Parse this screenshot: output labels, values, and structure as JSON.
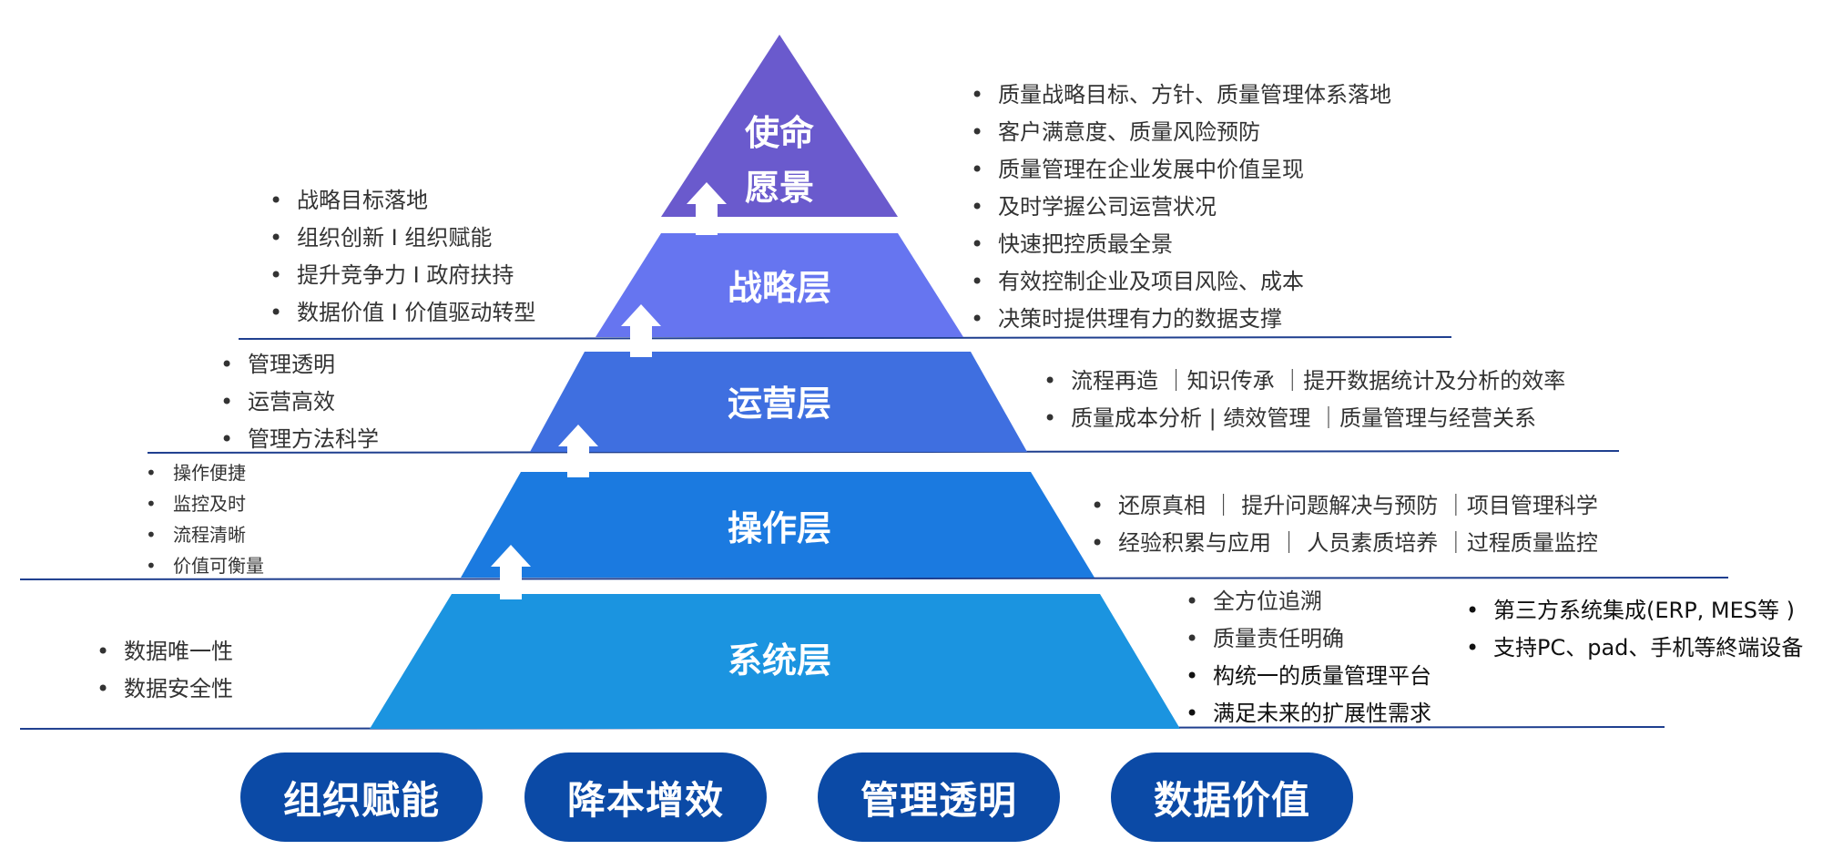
{
  "tiers": [
    {
      "label_line1": "使命",
      "label_line2": "愿景",
      "color": "#6a5acd"
    },
    {
      "label": "战略层",
      "color": "#6675f0"
    },
    {
      "label": "运营层",
      "color": "#3f6fe0"
    },
    {
      "label": "操作层",
      "color": "#1b7ae0"
    },
    {
      "label": "系统层",
      "color": "#1b94e0"
    }
  ],
  "right_notes": {
    "mission": [
      "质量战略目标、方针、质量管理体系落地",
      "客户满意度、质量风险预防",
      "质量管理在企业发展中价值呈现",
      "及时学握公司运营状况",
      "快速把控质最全景",
      "有效控制企业及项目风险、成本",
      "决策时提供理有力的数据支撑"
    ],
    "operations": [
      "流程再造 ｜知识传承 ｜提开数据统计及分析的效率",
      "质量成本分析 | 绩效管理 ｜质量管理与经营关系"
    ],
    "operation": [
      "还原真相   ｜ 提升问题解决与预防    ｜项目管理科学",
      "经验积累与应用    ｜  人员素质培养    ｜过程质量监控"
    ],
    "system_a": [
      "全方位追溯",
      "质量责任明确",
      "构统一的质量管理平台",
      "满足未来的扩展性需求"
    ],
    "system_b": [
      "第三方系统集成(ERP, MES等 )",
      "支持PC、pad、手机等終端设备"
    ]
  },
  "left_notes": {
    "strategy": [
      "战略目标落地",
      "组织创新    I    组织赋能",
      "提升竞争力  I   政府扶持",
      "数据价值   I   价值驱动转型"
    ],
    "operations": [
      "管理透明",
      "运营高效",
      "管理方法科学"
    ],
    "operation": [
      "操作便捷",
      "监控及时",
      "流程清晰",
      "价值可衡量"
    ],
    "system": [
      "数据唯一性",
      "数据安全性"
    ]
  },
  "pills": [
    "组织赋能",
    "降本增效",
    "管理透明",
    "数据价值"
  ],
  "colors": {
    "separator": "#1f3f8f",
    "arrow": "#ffffff",
    "pill": "#0b4aa6"
  },
  "icons": [
    "up-arrow-icon"
  ]
}
